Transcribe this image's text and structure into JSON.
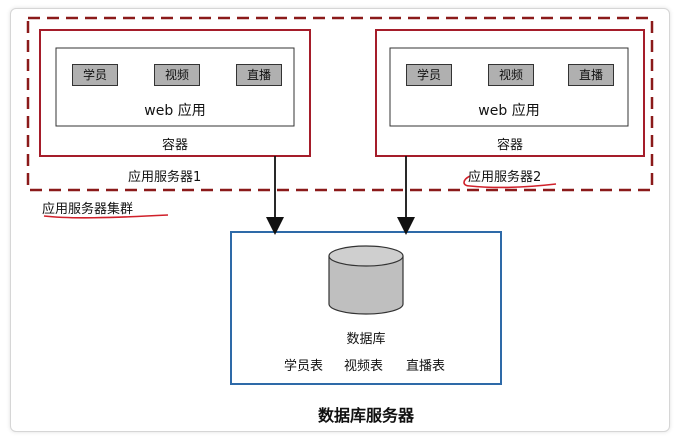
{
  "cluster": {
    "label": "应用服务器集群",
    "servers": [
      {
        "label": "应用服务器1",
        "container_label": "容器",
        "web_app_label": "web 应用",
        "modules": [
          "学员",
          "视频",
          "直播"
        ]
      },
      {
        "label": "应用服务器2",
        "container_label": "容器",
        "web_app_label": "web 应用",
        "modules": [
          "学员",
          "视频",
          "直播"
        ]
      }
    ]
  },
  "database_server": {
    "label": "数据库服务器",
    "db_label": "数据库",
    "tables": [
      "学员表",
      "视频表",
      "直播表"
    ]
  },
  "colors": {
    "cluster_dash": "#8b1a1a",
    "server_border": "#a51d2a",
    "db_server_border": "#2e6aa8",
    "module_fill": "#b0b0b0",
    "cylinder_fill": "#bfbfbf",
    "annotation_ink": "#d0202a"
  }
}
